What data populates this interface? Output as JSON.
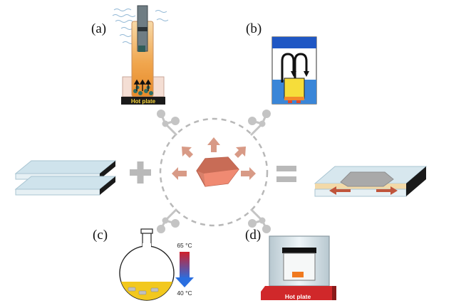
{
  "panels": {
    "a": {
      "label": "(a)",
      "plate_text": "Hot plate"
    },
    "b": {
      "label": "(b)"
    },
    "c": {
      "label": "(c)",
      "temp_high": "65 °C",
      "temp_low": "40 °C"
    },
    "d": {
      "label": "(d)",
      "plate_text": "Hot plate"
    }
  },
  "operators": {
    "plus": "+",
    "equals": "="
  },
  "colors": {
    "crystal": "#d8806a",
    "crystal_dark": "#b8604c",
    "arrow": "#d89a86",
    "circle_dash": "#b8b8b8",
    "connector": "#c4c4c4",
    "hot_plate_a": "#1a1a1a",
    "hot_plate_d": "#d0282a",
    "glass": "#cfe3ec",
    "gradient_hot": "#d0202a",
    "gradient_cold": "#2a6ee0"
  },
  "icons": [
    "crystal-icon",
    "plus-icon",
    "equals-icon",
    "thermometer-gradient-icon"
  ]
}
